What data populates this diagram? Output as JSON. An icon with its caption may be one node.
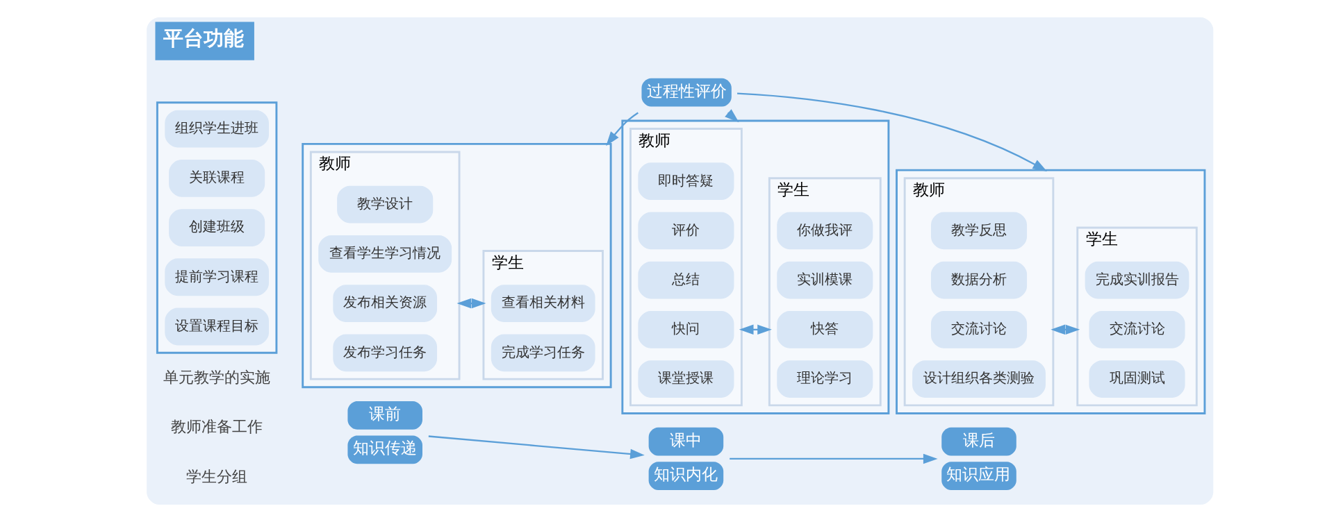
{
  "diagram": {
    "nodes": [
      {
        "text": [
          "平台功能"
        ]
      },
      {
        "text": [
          "课前",
          "知识传递"
        ],
        "in": 0
      },
      {
        "text": [
          "课中",
          "知识内化"
        ],
        "in": 0
      },
      {
        "text": [
          "课后",
          "知识应用"
        ],
        "in": 0
      },
      {
        "text": [],
        "shape": "box",
        "in": 0
      },
      {
        "text": [
          "设置课程目标"
        ],
        "in": 4
      },
      {
        "text": [
          "提前学习课程"
        ],
        "in": 4
      },
      {
        "text": [
          "创建班级"
        ],
        "in": 4
      },
      {
        "text": [
          "关联课程"
        ],
        "in": 4
      },
      {
        "text": [
          "组织学生进班"
        ],
        "in": 4
      },
      {
        "text": [],
        "shape": "box",
        "in": 0
      },
      {
        "text": [
          "教师"
        ],
        "in": 10
      },
      {
        "text": [
          "发布学习任务"
        ],
        "in": 11
      },
      {
        "text": [
          "发布相关资源"
        ],
        "in": 11
      },
      {
        "text": [
          "查看学生学习情况"
        ],
        "in": 11
      },
      {
        "text": [
          "教学设计"
        ],
        "in": 11
      },
      {
        "text": [
          "学生"
        ],
        "in": 10
      },
      {
        "text": [
          "完成学习任务"
        ],
        "in": 16
      },
      {
        "text": [
          "查看相关材料"
        ],
        "in": 16
      },
      {
        "text": [],
        "shape": "box",
        "in": 0
      },
      {
        "text": [
          "教师"
        ],
        "in": 19
      },
      {
        "text": [
          "课堂授课"
        ],
        "in": 20
      },
      {
        "text": [
          "快问"
        ],
        "in": 20
      },
      {
        "text": [
          "总结"
        ],
        "in": 20
      },
      {
        "text": [
          "评价"
        ],
        "in": 20
      },
      {
        "text": [
          "即时答疑"
        ],
        "in": 20
      },
      {
        "text": [
          "学生"
        ],
        "in": 19
      },
      {
        "text": [
          "理论学习"
        ],
        "in": 26
      },
      {
        "text": [
          "快答"
        ],
        "in": 26
      },
      {
        "text": [
          "实训模课"
        ],
        "in": 26
      },
      {
        "text": [
          "你做我评"
        ],
        "in": 26
      },
      {
        "text": [],
        "shape": "box",
        "in": 0
      },
      {
        "text": [
          "教师"
        ],
        "in": 31
      },
      {
        "text": [
          "设计组织各类测验"
        ],
        "in": 32
      },
      {
        "text": [
          "交流讨论"
        ],
        "in": 32
      },
      {
        "text": [
          "数据分析"
        ],
        "in": 32
      },
      {
        "text": [
          "教学反思"
        ],
        "in": 32
      },
      {
        "text": [
          "学生"
        ],
        "in": 31
      },
      {
        "text": [
          "巩固测试"
        ],
        "in": 37
      },
      {
        "text": [
          "交流讨论"
        ],
        "in": 37
      },
      {
        "text": [
          "完成实训报告"
        ],
        "in": 37
      },
      {
        "text": [
          "过程性评价"
        ],
        "in": 0
      }
    ],
    "edges": [
      {
        "from": 1,
        "to": 2,
        "arrow": "to"
      },
      {
        "from": 2,
        "to": 3,
        "arrow": "to"
      },
      {
        "from": 11,
        "to": 16,
        "arrow": "both"
      },
      {
        "from": 20,
        "to": 26,
        "arrow": "both"
      },
      {
        "from": 32,
        "to": 37,
        "arrow": "both"
      },
      {
        "from": 41,
        "to": 10,
        "arrow": "to"
      },
      {
        "from": 41,
        "to": 19,
        "arrow": "to"
      },
      {
        "from": 41,
        "to": 31,
        "arrow": "to"
      }
    ],
    "labels": [
      "学生分组",
      "教师准备工作",
      "单元教学的实施"
    ]
  }
}
